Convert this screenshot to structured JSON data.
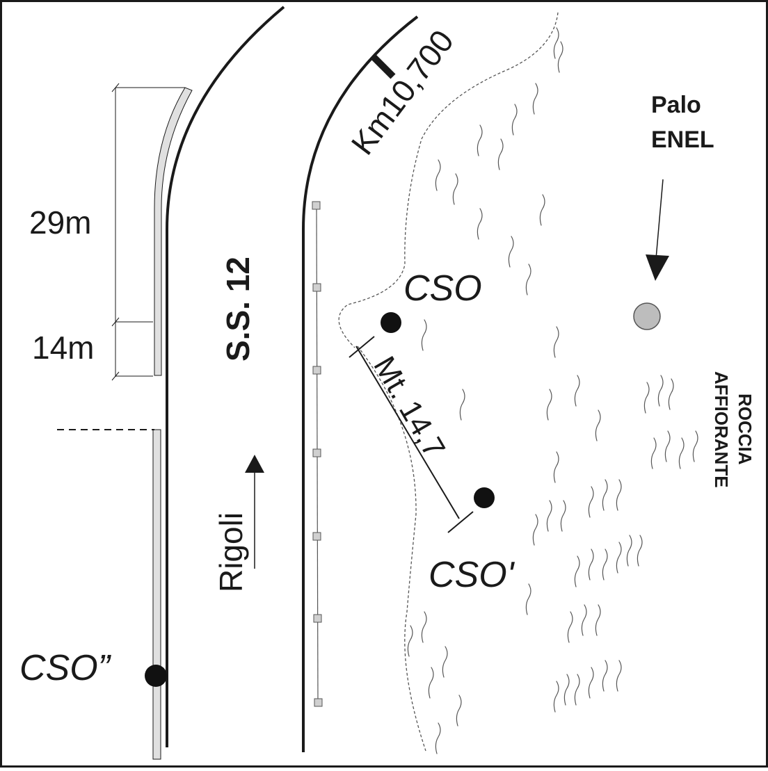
{
  "labels": {
    "road_name": "S.S. 12",
    "direction": "Rigoli",
    "km_marker": "Km10,700",
    "pole_line1": "Palo",
    "pole_line2": "ENEL",
    "point_cso": "CSO",
    "point_cso_prime": "CSO'",
    "point_cso_double": "CSO”",
    "distance": "Mt. 14,7",
    "length_upper": "29m",
    "length_lower": "14m",
    "rock_line1": "ROCCIA",
    "rock_line2": "AFFIORANTE"
  },
  "colors": {
    "ink": "#1a1a1a",
    "pole_fill": "#bdbdbd",
    "barrier_fill": "#e0e0e0",
    "post_fill": "#d0d0d0",
    "rock_stroke": "#555555"
  }
}
